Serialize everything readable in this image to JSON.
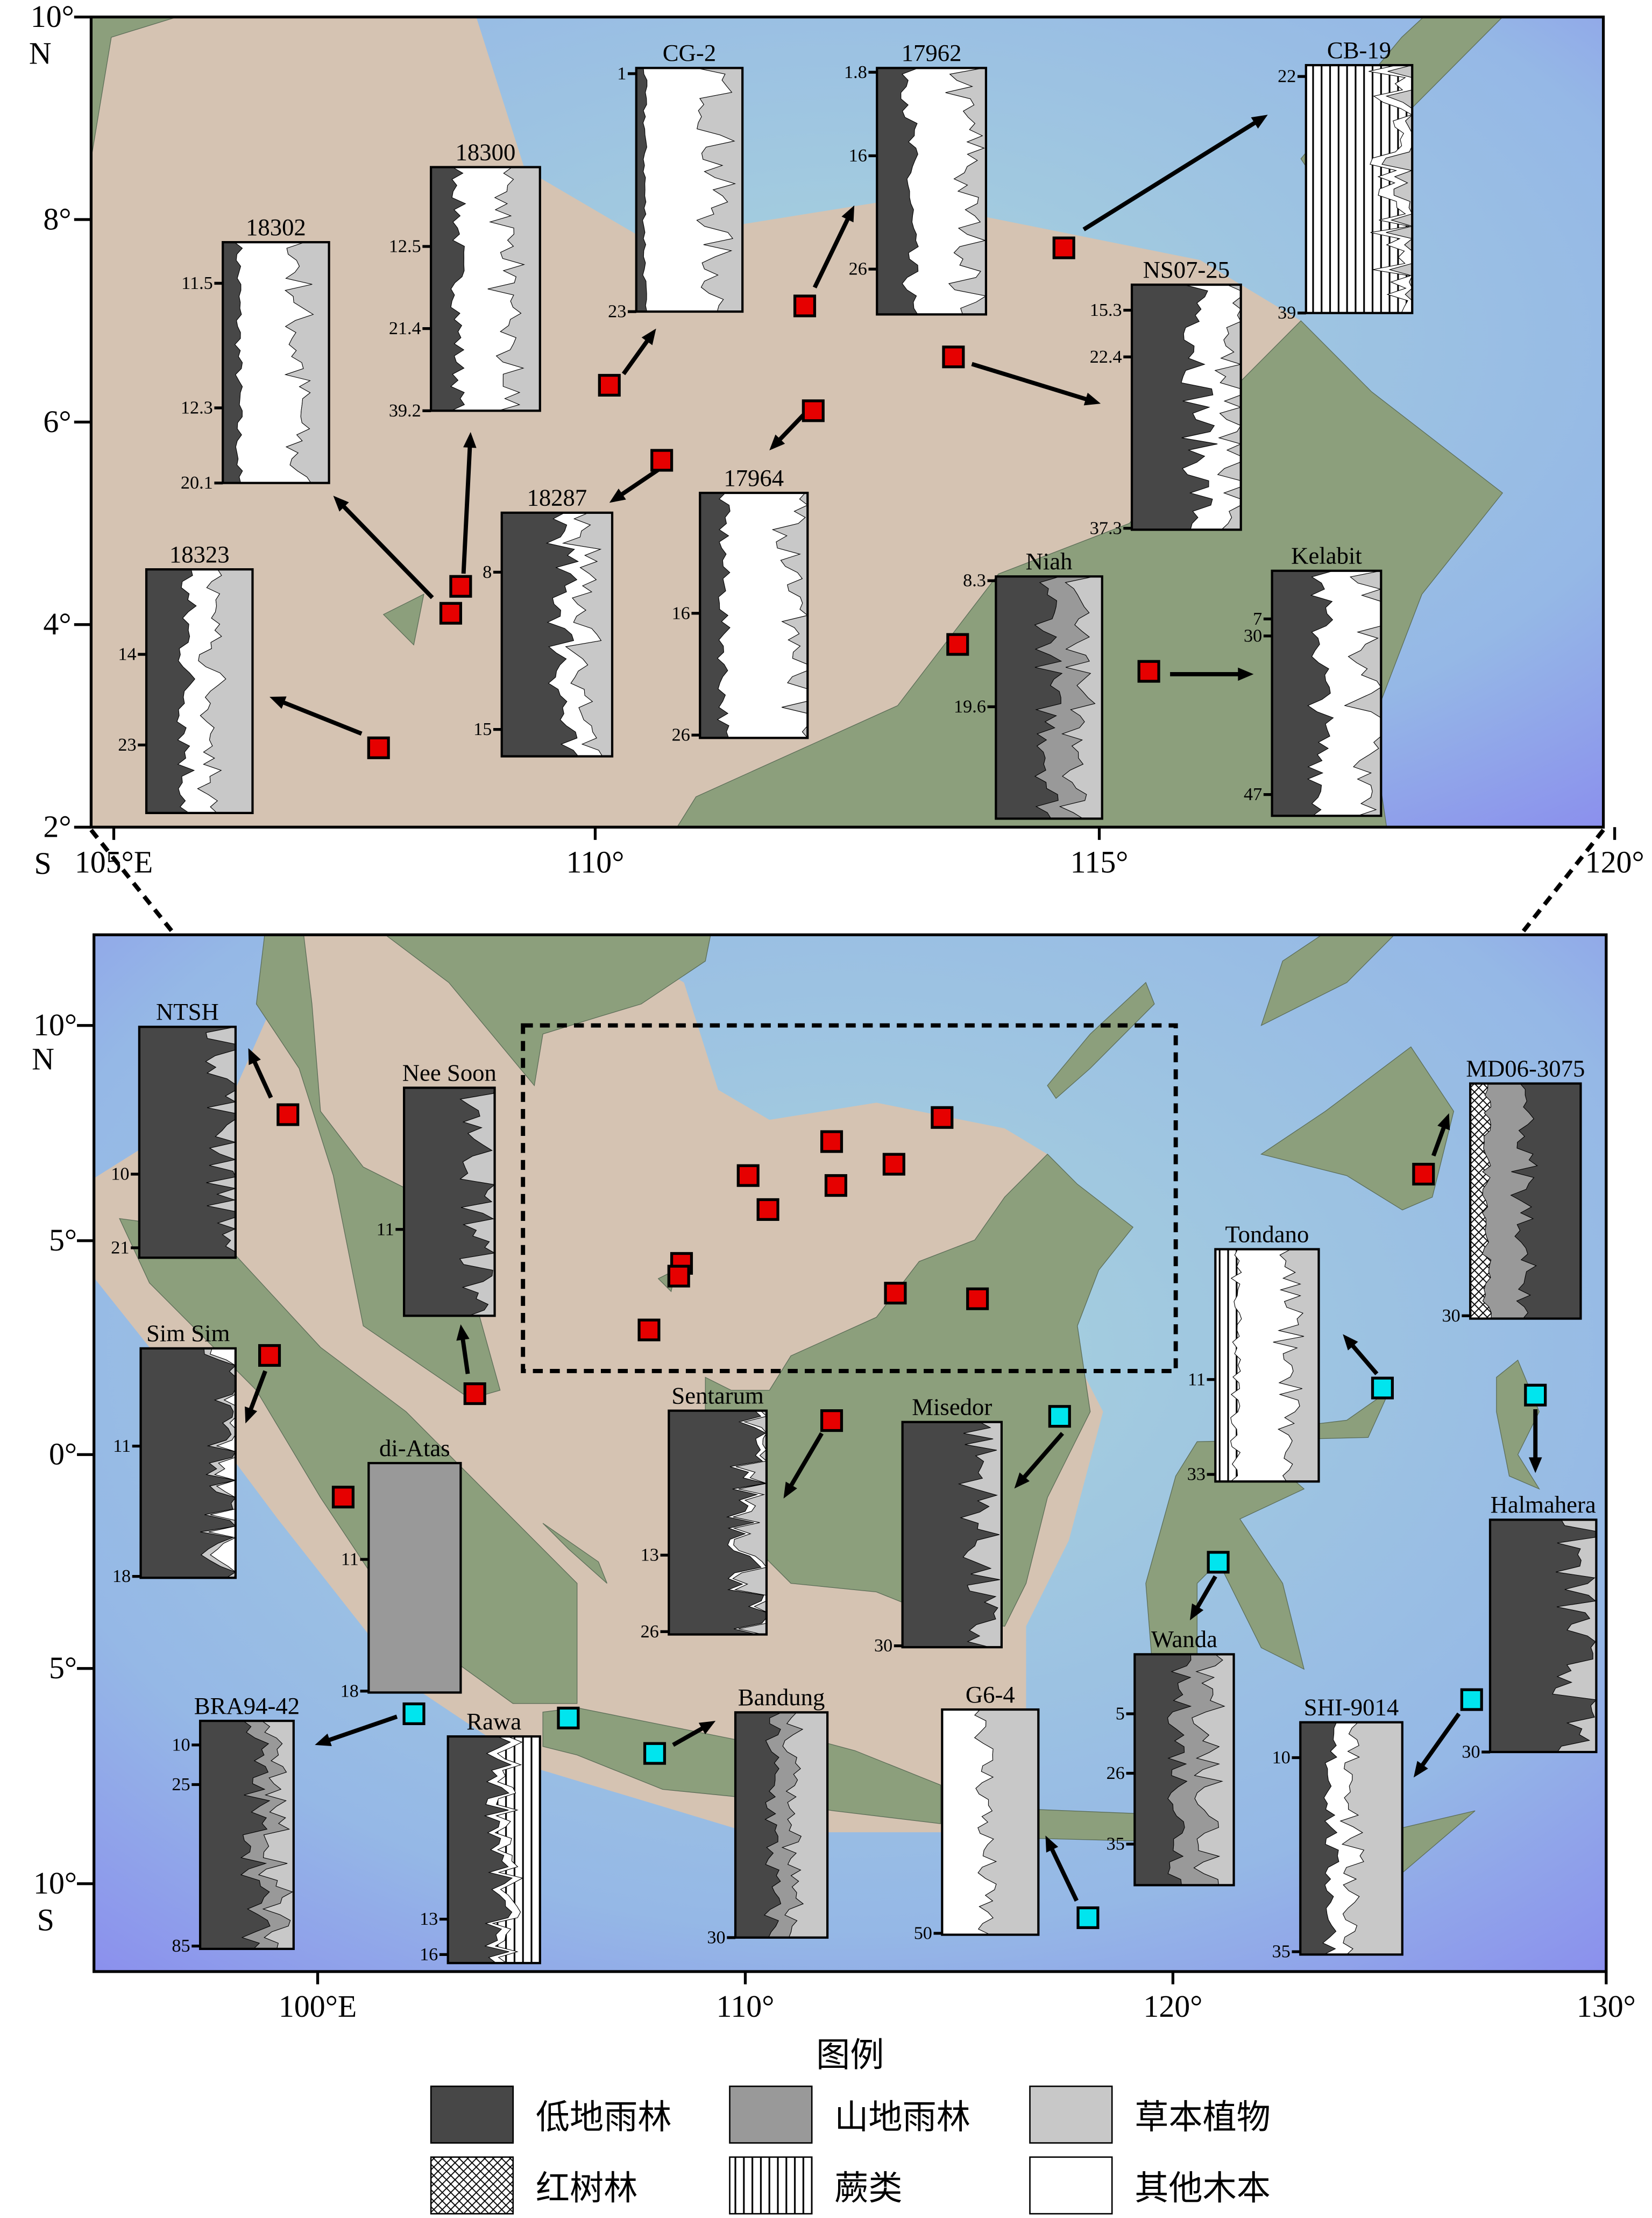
{
  "top_map": {
    "lat_labels": [
      "10°",
      "N",
      "8°",
      "6°",
      "4°",
      "2°",
      "S"
    ],
    "lon_labels": [
      "105°E",
      "110°",
      "115°",
      "120°"
    ]
  },
  "bottom_map": {
    "lat_labels": [
      "10°",
      "N",
      "5°",
      "0°",
      "5°",
      "10°",
      "S"
    ],
    "lon_labels": [
      "100°E",
      "110°",
      "120°",
      "130°"
    ]
  },
  "colors": {
    "lowland": "#474747",
    "montane": "#999999",
    "herb": "#c8c8c8",
    "other": "#ffffff",
    "marker_red": "#e60000",
    "marker_cyan": "#00e5ee",
    "ocean": "#a3cfdc",
    "deep": "#8899ee",
    "shelf": "#d5c3b2",
    "land": "#8c9f7c"
  },
  "insets": [
    {
      "name": "18302",
      "ticks": [
        "11.5",
        "12.3",
        "20.1"
      ],
      "layers": [
        [
          "lowland",
          0.15
        ],
        [
          "other",
          0.55
        ],
        [
          "herb",
          0.3
        ]
      ]
    },
    {
      "name": "18300",
      "ticks": [
        "12.5",
        "21.4",
        "39.2"
      ],
      "layers": [
        [
          "lowland",
          0.25
        ],
        [
          "other",
          0.45
        ],
        [
          "herb",
          0.3
        ]
      ]
    },
    {
      "name": "CG-2",
      "ticks": [
        "1",
        "23"
      ],
      "layers": [
        [
          "lowland",
          0.08
        ],
        [
          "other",
          0.67
        ],
        [
          "herb",
          0.25
        ]
      ]
    },
    {
      "name": "17962",
      "ticks": [
        "1.8",
        "16",
        "26"
      ],
      "layers": [
        [
          "lowland",
          0.3
        ],
        [
          "other",
          0.52
        ],
        [
          "herb",
          0.18
        ]
      ]
    },
    {
      "name": "CB-19",
      "ticks": [
        "22",
        "39"
      ],
      "layers": [
        [
          "fern",
          0.8
        ],
        [
          "other",
          0.15
        ],
        [
          "herb",
          0.05
        ]
      ]
    },
    {
      "name": "NS07-25",
      "ticks": [
        "15.3",
        "22.4",
        "37.3"
      ],
      "layers": [
        [
          "lowland",
          0.62
        ],
        [
          "other",
          0.33
        ],
        [
          "herb",
          0.05
        ]
      ]
    },
    {
      "name": "18323",
      "ticks": [
        "14",
        "23"
      ],
      "layers": [
        [
          "lowland",
          0.38
        ],
        [
          "other",
          0.24
        ],
        [
          "herb",
          0.38
        ]
      ]
    },
    {
      "name": "18287",
      "ticks": [
        "8",
        "15"
      ],
      "layers": [
        [
          "lowland",
          0.55
        ],
        [
          "other",
          0.2
        ],
        [
          "herb",
          0.25
        ]
      ]
    },
    {
      "name": "17964",
      "ticks": [
        "16",
        "26"
      ],
      "layers": [
        [
          "lowland",
          0.22
        ],
        [
          "other",
          0.68
        ],
        [
          "herb",
          0.1
        ]
      ]
    },
    {
      "name": "Niah",
      "ticks": [
        "8.3",
        "19.6"
      ],
      "layers": [
        [
          "lowland",
          0.5
        ],
        [
          "montane",
          0.3
        ],
        [
          "herb",
          0.2
        ]
      ]
    },
    {
      "name": "Kelabit",
      "ticks": [
        "7",
        "30",
        "47"
      ],
      "layers": [
        [
          "lowland",
          0.45
        ],
        [
          "other",
          0.45
        ],
        [
          "herb",
          0.1
        ]
      ]
    },
    {
      "name": "NTSH",
      "ticks": [
        "10",
        "21"
      ],
      "layers": [
        [
          "lowland",
          0.94
        ],
        [
          "herb",
          0.06
        ]
      ]
    },
    {
      "name": "Nee Soon",
      "ticks": [
        "11"
      ],
      "layers": [
        [
          "lowland",
          0.82
        ],
        [
          "herb",
          0.18
        ]
      ]
    },
    {
      "name": "Sim Sim",
      "ticks": [
        "11",
        "18"
      ],
      "layers": [
        [
          "lowland",
          0.86
        ],
        [
          "herb",
          0.08
        ],
        [
          "other",
          0.06
        ]
      ]
    },
    {
      "name": "di-Atas",
      "ticks": [
        "11",
        "18"
      ],
      "layers": [
        [
          "montane",
          1.0
        ]
      ]
    },
    {
      "name": "Sentarum",
      "ticks": [
        "13",
        "26"
      ],
      "layers": [
        [
          "lowland",
          0.8
        ],
        [
          "other",
          0.06
        ],
        [
          "herb",
          0.14
        ]
      ]
    },
    {
      "name": "Misedor",
      "ticks": [
        "30"
      ],
      "layers": [
        [
          "lowland",
          0.78
        ],
        [
          "herb",
          0.22
        ]
      ]
    },
    {
      "name": "Tondano",
      "ticks": [
        "11",
        "33"
      ],
      "layers": [
        [
          "fern",
          0.2
        ],
        [
          "other",
          0.5
        ],
        [
          "herb",
          0.3
        ]
      ]
    },
    {
      "name": "MD06-3075",
      "ticks": [
        "30"
      ],
      "layers": [
        [
          "mangrove",
          0.15
        ],
        [
          "montane",
          0.35
        ],
        [
          "lowland",
          0.5
        ]
      ]
    },
    {
      "name": "Halmahera",
      "ticks": [
        "30"
      ],
      "layers": [
        [
          "lowland",
          0.8
        ],
        [
          "herb",
          0.2
        ]
      ]
    },
    {
      "name": "Wanda",
      "ticks": [
        "5",
        "26",
        "35"
      ],
      "layers": [
        [
          "lowland",
          0.45
        ],
        [
          "montane",
          0.3
        ],
        [
          "herb",
          0.25
        ]
      ]
    },
    {
      "name": "SHI-9014",
      "ticks": [
        "10",
        "35"
      ],
      "layers": [
        [
          "lowland",
          0.3
        ],
        [
          "other",
          0.2
        ],
        [
          "herb",
          0.5
        ]
      ]
    },
    {
      "name": "G6-4",
      "ticks": [
        "50"
      ],
      "layers": [
        [
          "other",
          0.45
        ],
        [
          "herb",
          0.55
        ]
      ]
    },
    {
      "name": "Bandung",
      "ticks": [
        "30"
      ],
      "layers": [
        [
          "lowland",
          0.4
        ],
        [
          "montane",
          0.2
        ],
        [
          "herb",
          0.4
        ]
      ]
    },
    {
      "name": "Rawa",
      "ticks": [
        "13",
        "16"
      ],
      "layers": [
        [
          "lowland",
          0.55
        ],
        [
          "other",
          0.1
        ],
        [
          "fern",
          0.35
        ]
      ]
    },
    {
      "name": "BRA94-42",
      "ticks": [
        "10",
        "25",
        "85"
      ],
      "layers": [
        [
          "lowland",
          0.6
        ],
        [
          "montane",
          0.2
        ],
        [
          "herb",
          0.2
        ]
      ]
    }
  ],
  "legend": {
    "title": "图例",
    "items": [
      {
        "key": "lowland",
        "label": "低地雨林"
      },
      {
        "key": "montane",
        "label": "山地雨林"
      },
      {
        "key": "herb",
        "label": "草本植物"
      },
      {
        "key": "mangrove",
        "label": "红树林"
      },
      {
        "key": "fern",
        "label": "蕨类"
      },
      {
        "key": "other",
        "label": "其他木本"
      }
    ]
  }
}
